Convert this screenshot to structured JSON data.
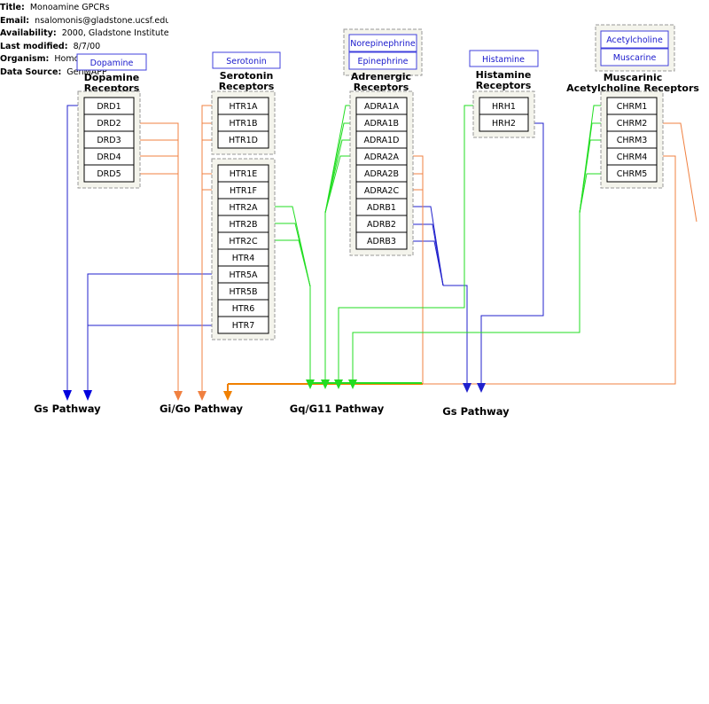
{
  "meta": {
    "title_key": "Title:",
    "title": "Monoamine GPCRs",
    "email_key": "Email:",
    "email": "nsalomonis@gladstone.ucsf.edu",
    "availability_key": "Availability:",
    "availability": "2000, Gladstone Institute",
    "modified_key": "Last modified:",
    "modified": "8/7/00",
    "organism_key": "Organism:",
    "organism": "Homo sapiens",
    "source_key": "Data Source:",
    "source": "GenMAPP"
  },
  "ligands": {
    "dopamine": "Dopamine",
    "serotonin": "Serotonin",
    "norepinephrine": "Norepinephrine",
    "epinephrine": "Epinephrine",
    "histamine": "Histamine",
    "acetylcholine": "Acetylcholine",
    "muscarine": "Muscarine"
  },
  "groups": {
    "dopamine": {
      "title1": "Dopamine",
      "title2": "Receptors",
      "genes": [
        "DRD1",
        "DRD2",
        "DRD3",
        "DRD4",
        "DRD5"
      ]
    },
    "serotonin_a": {
      "title1": "Serotonin",
      "title2": "Receptors",
      "genes": [
        "HTR1A",
        "HTR1B",
        "HTR1D"
      ]
    },
    "serotonin_b": {
      "genes": [
        "HTR1E",
        "HTR1F",
        "HTR2A",
        "HTR2B",
        "HTR2C",
        "HTR4",
        "HTR5A",
        "HTR5B",
        "HTR6",
        "HTR7"
      ]
    },
    "adrenergic": {
      "title1": "Adrenergic",
      "title2": "Receptors",
      "genes": [
        "ADRA1A",
        "ADRA1B",
        "ADRA1D",
        "ADRA2A",
        "ADRA2B",
        "ADRA2C",
        "ADRB1",
        "ADRB2",
        "ADRB3"
      ]
    },
    "histamine": {
      "title1": "Histamine",
      "title2": "Receptors",
      "genes": [
        "HRH1",
        "HRH2"
      ]
    },
    "muscarinic": {
      "title1": "Muscarinic",
      "title2": "Acetylcholine Receptors",
      "genes": [
        "CHRM1",
        "CHRM2",
        "CHRM3",
        "CHRM4",
        "CHRM5"
      ]
    }
  },
  "pathways": {
    "gs_left": "Gs Pathway",
    "gigo": "Gi/Go Pathway",
    "gq": "Gq/G11 Pathway",
    "gs_right": "Gs Pathway"
  },
  "colors": {
    "gs": "#0000cc",
    "gi": "#f08040",
    "gq": "#22dd22",
    "group_border": "#999999",
    "group_fill": "#f4f4ec",
    "ligand_text": "#1a1acc"
  }
}
